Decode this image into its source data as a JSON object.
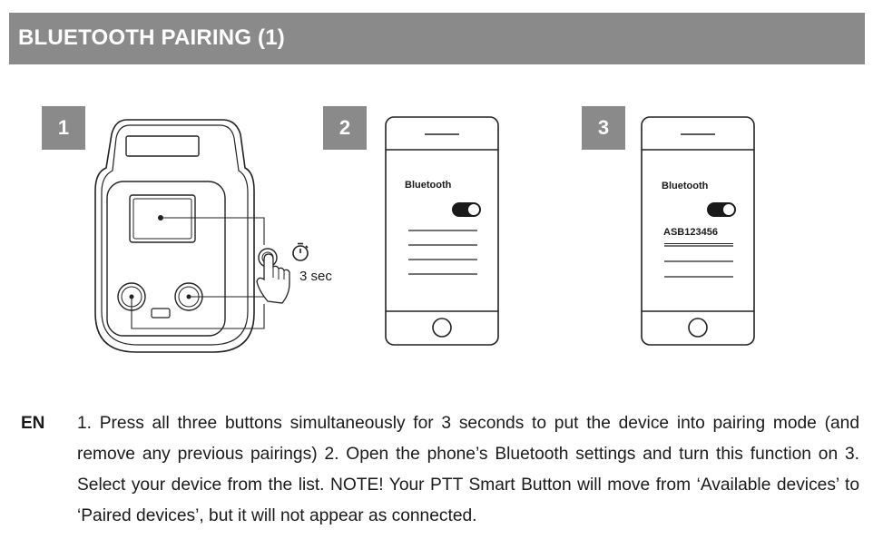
{
  "header": {
    "title": "BLUETOOTH PAIRING (1)"
  },
  "steps": [
    {
      "number": "1",
      "hold_duration": "3 sec"
    },
    {
      "number": "2",
      "setting_label": "Bluetooth"
    },
    {
      "number": "3",
      "setting_label": "Bluetooth",
      "device_name": "ASB123456"
    }
  ],
  "instructions": {
    "language": "EN",
    "text": "1. Press all three buttons simultaneously for 3 seconds to put the device into pairing mode (and remove any previous pairings) 2. Open the phone’s Bluetooth settings and turn this function on 3. Select your device from the list. NOTE! Your PTT Smart Button will move from ‘Available devices’ to ‘Paired devices’, but it will not appear as connected."
  },
  "colors": {
    "header_bg": "#8a8a8a",
    "badge_bg": "#8a8a8a",
    "line": "#222222"
  },
  "icons": [
    "stopwatch-icon",
    "hand-press-icon",
    "toggle-on-icon",
    "home-button-icon"
  ]
}
